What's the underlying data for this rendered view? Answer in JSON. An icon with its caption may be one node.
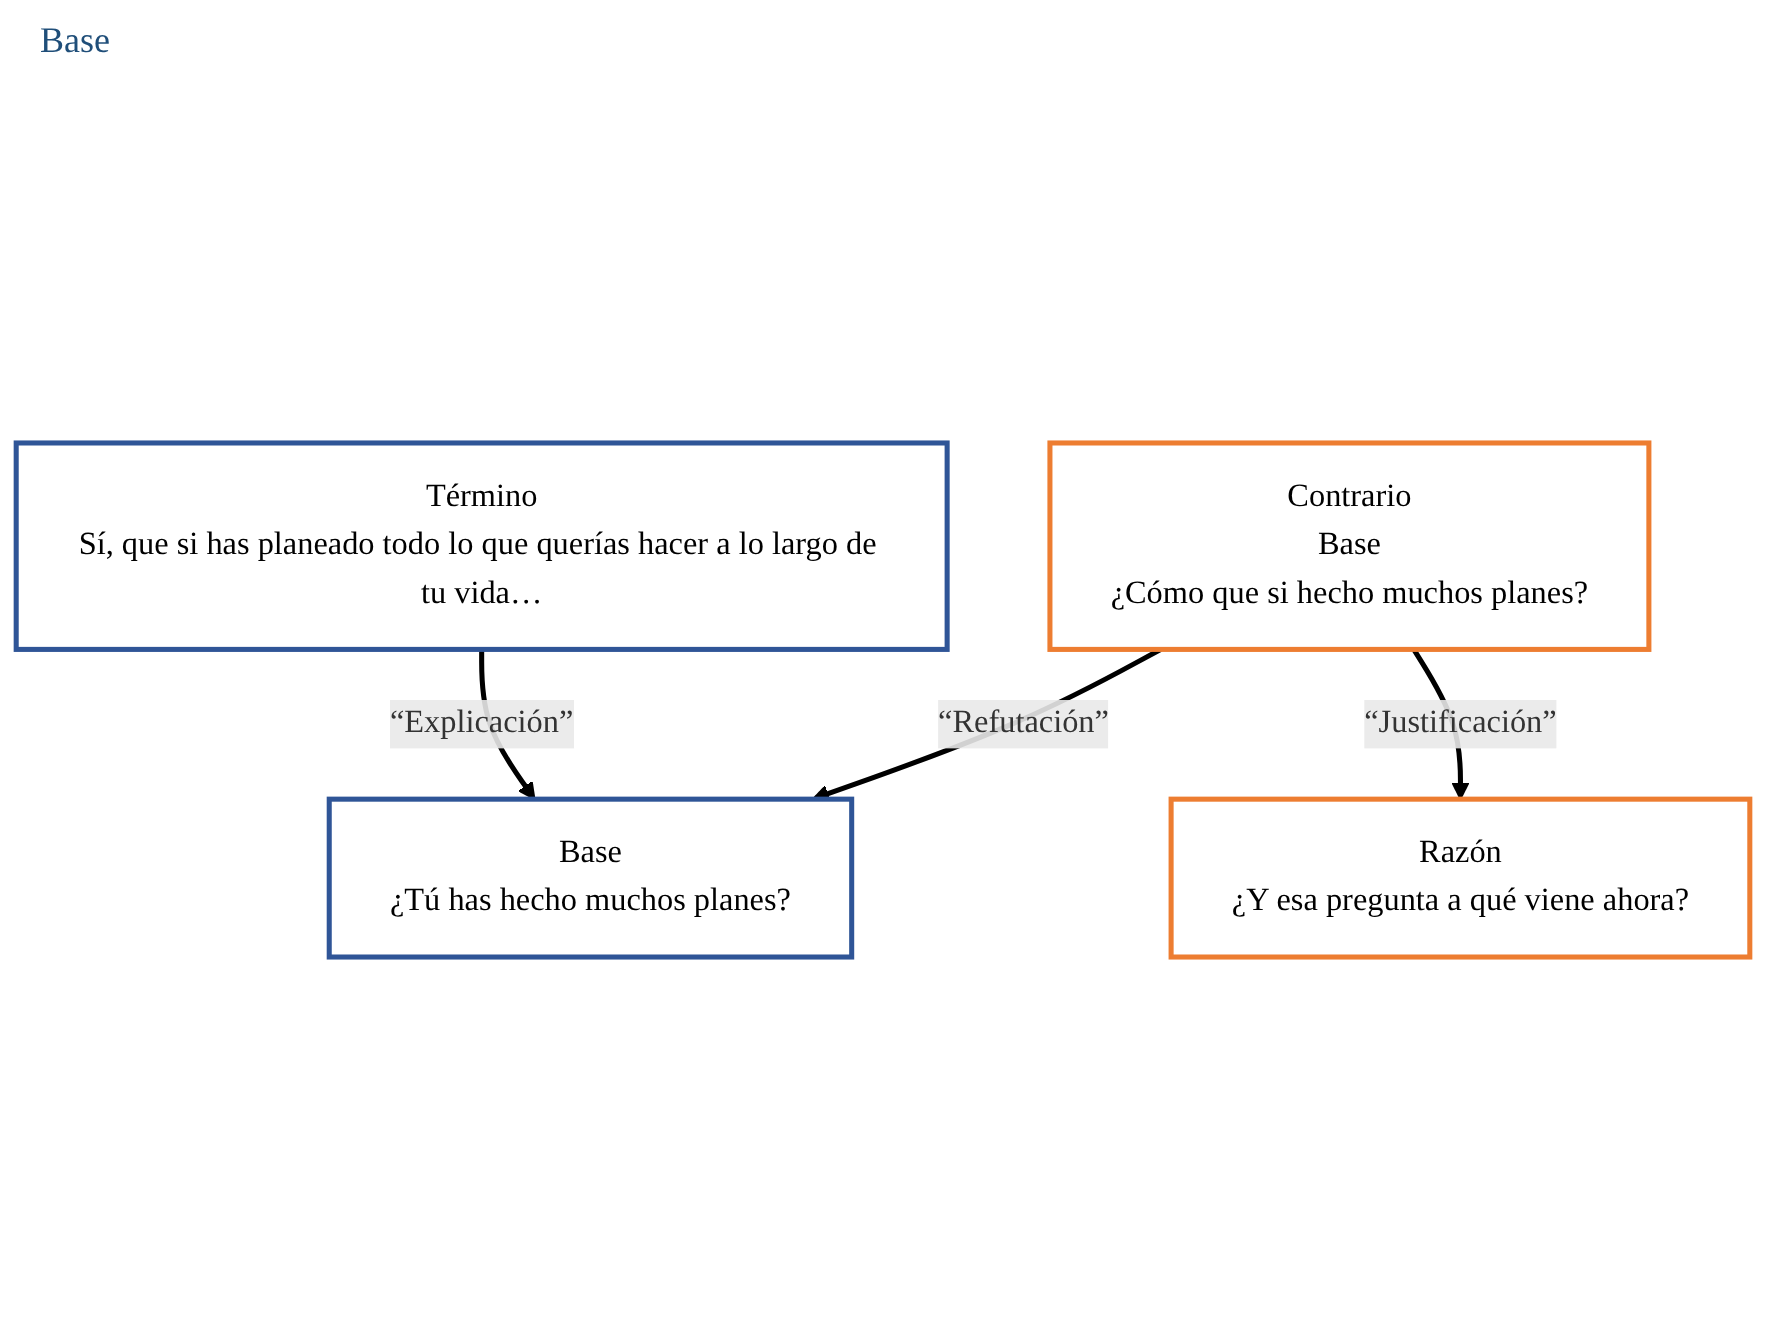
{
  "diagram": {
    "nodes": [
      {
        "text": [
          "Base",
          "¿Tú has hecho muchos planes?"
        ]
      },
      {
        "text": [
          "Contrario",
          "Base",
          "¿Cómo que si hecho muchos planes?"
        ]
      },
      {
        "text": [
          "Término",
          "Sí, que si has planeado todo lo que querías hacer a lo largo de tu vida…"
        ]
      },
      {
        "text": [
          "Razón",
          "¿Y esa pregunta a qué viene ahora?"
        ]
      }
    ],
    "edges": [
      {
        "from": 1,
        "to": 0,
        "arrow": "to",
        "label": "“Refutación”"
      },
      {
        "from": 2,
        "to": 0,
        "arrow": "to",
        "label": "“Explicación”"
      },
      {
        "from": 1,
        "to": 3,
        "arrow": "to",
        "label": "“Justificación”"
      }
    ],
    "labels": [
      "Base"
    ]
  }
}
